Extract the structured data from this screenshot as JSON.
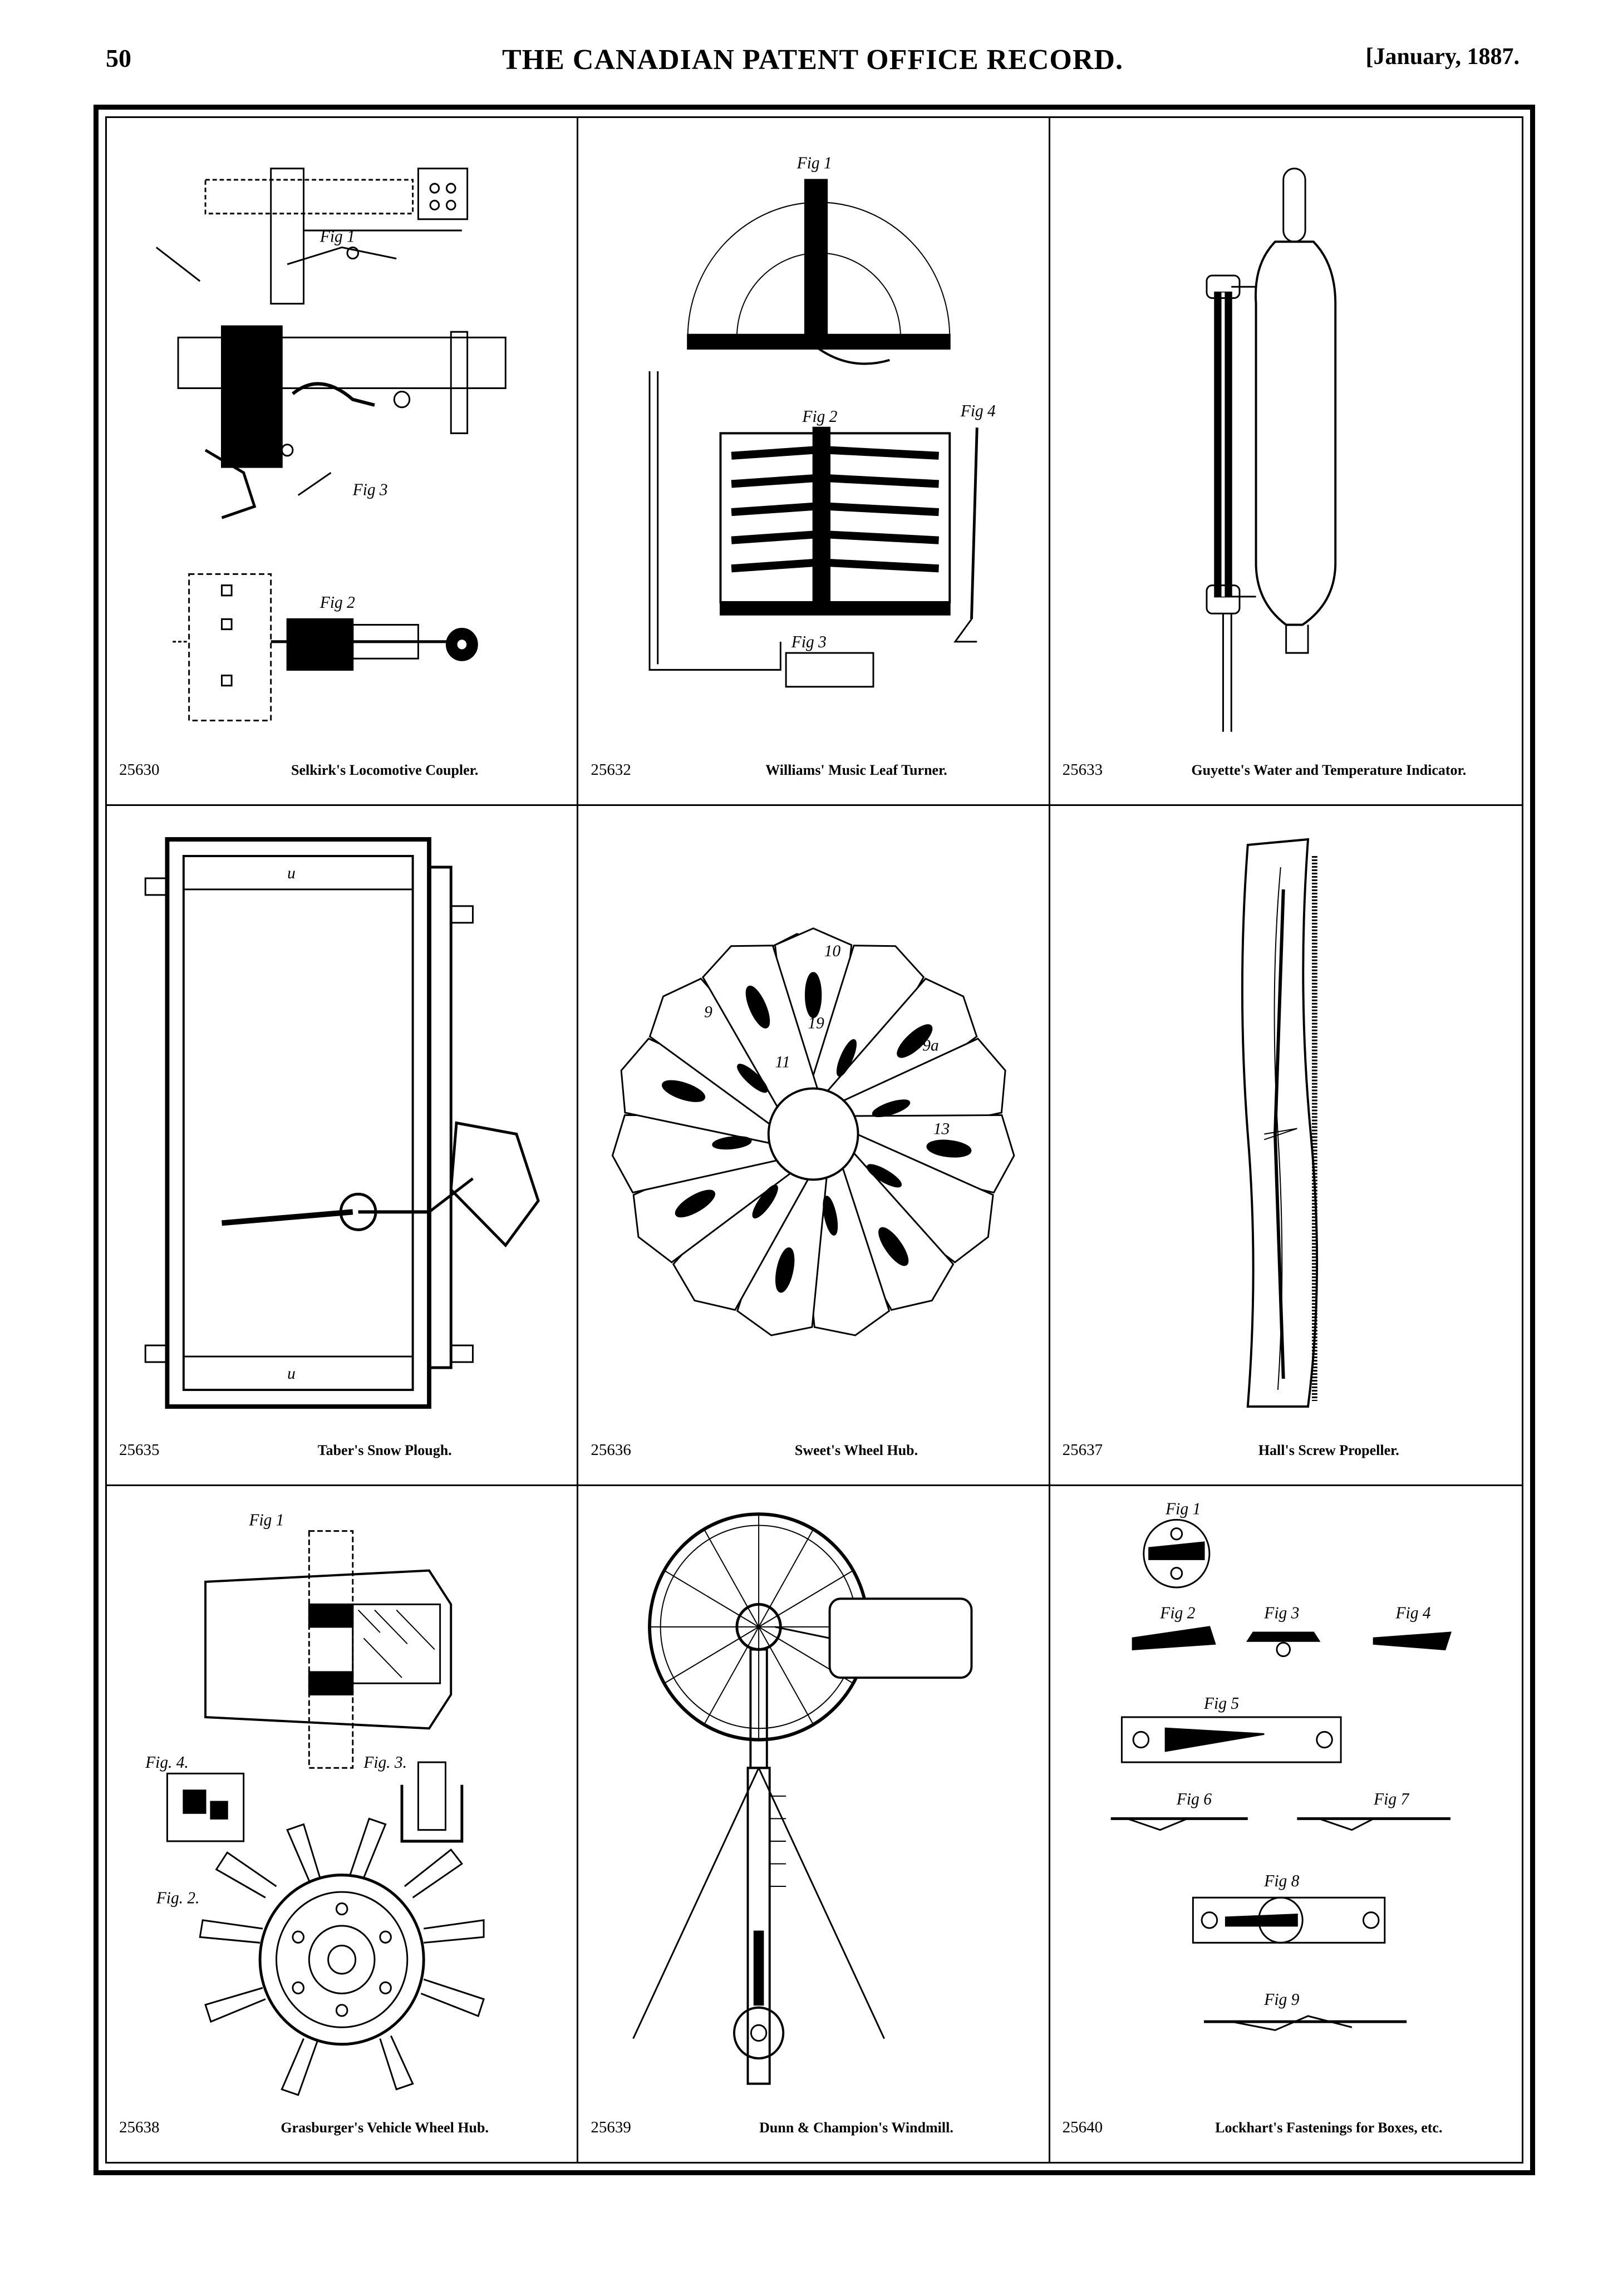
{
  "header": {
    "page_number": "50",
    "title": "THE CANADIAN PATENT OFFICE RECORD.",
    "date": "[January, 1887."
  },
  "patents": [
    {
      "number": "25630",
      "title": "Selkirk's Locomotive Coupler."
    },
    {
      "number": "25632",
      "title": "Williams' Music Leaf Turner."
    },
    {
      "number": "25633",
      "title": "Guyette's Water and Temperature Indicator."
    },
    {
      "number": "25635",
      "title": "Taber's Snow Plough."
    },
    {
      "number": "25636",
      "title": "Sweet's Wheel Hub."
    },
    {
      "number": "25637",
      "title": "Hall's Screw Propeller."
    },
    {
      "number": "25638",
      "title": "Grasburger's Vehicle Wheel Hub."
    },
    {
      "number": "25639",
      "title": "Dunn & Champion's Windmill."
    },
    {
      "number": "25640",
      "title": "Lockhart's Fastenings for Boxes, etc."
    }
  ],
  "figure_labels": {
    "coupler": [
      "Fig 1",
      "Fig 3",
      "Fig 2"
    ],
    "leaf_turner": [
      "Fig 1",
      "Fig 2",
      "Fig 3",
      "Fig 4"
    ],
    "hub": [
      "10",
      "19",
      "9",
      "9a",
      "11",
      "13"
    ],
    "grasburger": [
      "Fig 1",
      "Fig. 4.",
      "Fig. 3.",
      "Fig. 2."
    ],
    "lockhart": [
      "Fig 1",
      "Fig 2",
      "Fig 3",
      "Fig 4",
      "Fig 5",
      "Fig 6",
      "Fig 7",
      "Fig 8",
      "Fig 9"
    ]
  }
}
